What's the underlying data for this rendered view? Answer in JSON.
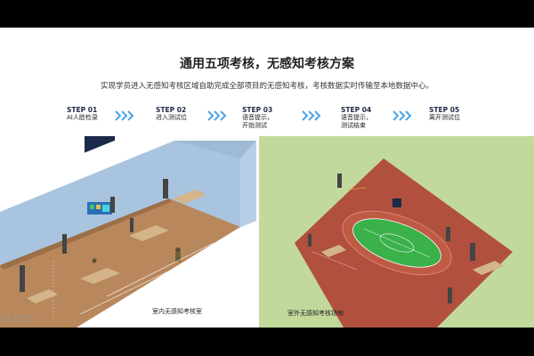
{
  "slide": {
    "title": "通用五项考核，无感知考核方案",
    "subtitle": "实现学员进入无感知考核区域自助完成全部项目的无感知考核，考核数据实时传输至本地数据中心。"
  },
  "steps": [
    {
      "num": "STEP 01",
      "line1": "AI人脸检录",
      "line2": ""
    },
    {
      "num": "STEP 02",
      "line1": "进入测试位",
      "line2": ""
    },
    {
      "num": "STEP 03",
      "line1": "语音提示，",
      "line2": "开始测试"
    },
    {
      "num": "STEP 04",
      "line1": "语音提示，",
      "line2": "测试结束"
    },
    {
      "num": "STEP 05",
      "line1": "离开测试位",
      "line2": ""
    }
  ],
  "panels": {
    "indoor_label": "室内无感知考核室",
    "outdoor_label": "室外无感知考核场地"
  },
  "colors": {
    "accent": "#3a9ee4",
    "indoor_floor": "#b8875c",
    "outdoor_grass": "#c2d99c",
    "track": "#b1503f",
    "field": "#3bb14a",
    "wall": "#a9c4df"
  },
  "icons": [
    "chevron-arrow-icon",
    "slide-nav-icon"
  ]
}
